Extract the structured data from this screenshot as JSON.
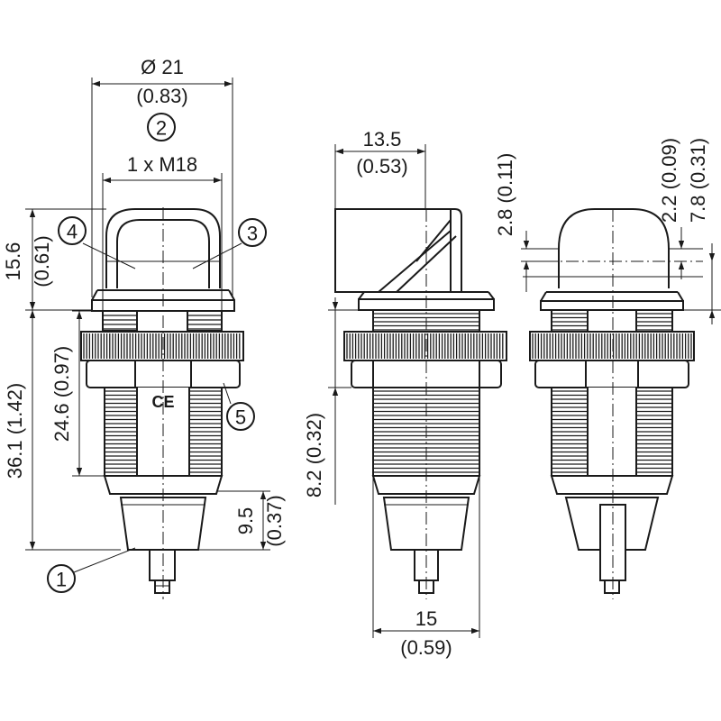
{
  "diagram": {
    "views": [
      "front-view",
      "side-view",
      "rear-view"
    ],
    "callouts": [
      {
        "number": "1",
        "symbol": "①"
      },
      {
        "number": "2",
        "symbol": "②"
      },
      {
        "number": "3",
        "symbol": "③"
      },
      {
        "number": "4",
        "symbol": "④"
      },
      {
        "number": "5",
        "symbol": "⑤"
      }
    ],
    "dimensions": {
      "front_diameter": "Ø 21",
      "front_diameter_in": "(0.83)",
      "front_thread": "1 x M18",
      "front_height_top": "15.6",
      "front_height_top_in": "(0.61)",
      "front_total_height": "36.1 (1.42)",
      "front_thread_length": "24.6 (0.97)",
      "front_connector": "9.5",
      "front_connector_in": "(0.37)",
      "side_width": "13.5",
      "side_width_in": "(0.53)",
      "side_offset": "8.2 (0.32)",
      "side_base_width": "15",
      "side_base_width_in": "(0.59)",
      "rear_dim_a": "2.8 (0.11)",
      "rear_dim_b": "2.2 (0.09)",
      "rear_dim_c": "7.8 (0.31)"
    },
    "marks": {
      "ce": "CE"
    }
  }
}
